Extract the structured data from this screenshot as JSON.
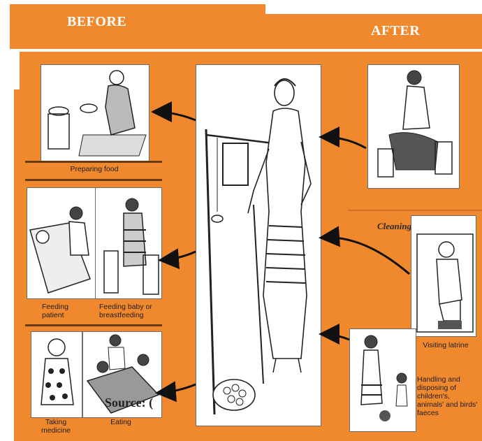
{
  "header": {
    "before_label": "BEFORE",
    "after_label": "AFTER"
  },
  "before_activities": {
    "preparing_food": "Preparing food",
    "feeding_patient": "Feeding patient",
    "feeding_baby": "Feeding baby or breastfeeding",
    "taking_medicine": "Taking medicine",
    "eating": "Eating"
  },
  "after_activities": {
    "cleaning_child": "Cleaning child's bottom",
    "visiting_latrine": "Visiting latrine",
    "handling_faeces": "Handling and disposing of children's, animals' and birds' faeces"
  },
  "source_label": "Source: (",
  "colors": {
    "background_orange": "#f0882e",
    "divider_brown": "#6a3a12",
    "panel_white": "#ffffff"
  }
}
